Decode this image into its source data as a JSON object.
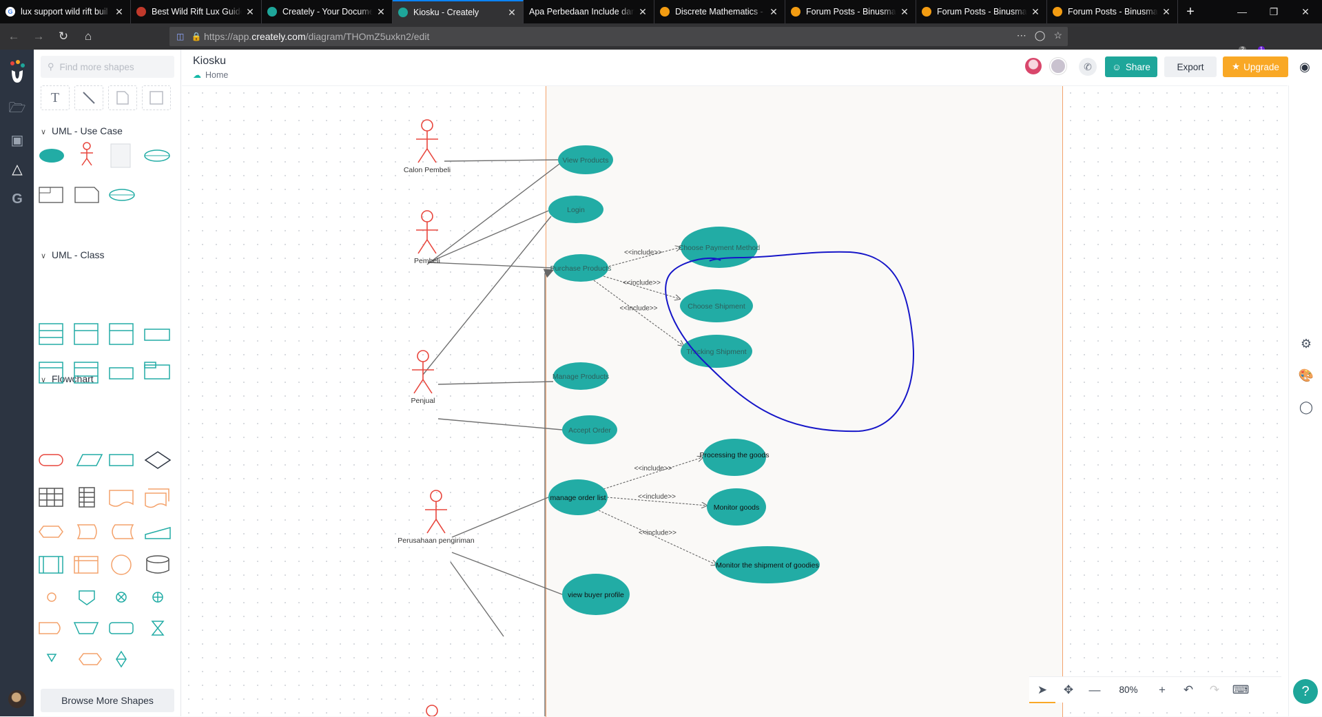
{
  "browser": {
    "tabs": [
      {
        "title": "lux support wild rift buil",
        "favicon": "google",
        "active": false
      },
      {
        "title": "Best Wild Rift Lux Guide",
        "favicon": "wr",
        "active": false
      },
      {
        "title": "Creately - Your Documen",
        "favicon": "creately",
        "active": false
      },
      {
        "title": "Kiosku - Creately",
        "favicon": "creately",
        "active": true
      },
      {
        "title": "Apa Perbedaan Include dan",
        "favicon": "none",
        "active": false
      },
      {
        "title": "Discrete Mathematics - L",
        "favicon": "moodle",
        "active": false
      },
      {
        "title": "Forum Posts - Binusmaya",
        "favicon": "moodle",
        "active": false
      },
      {
        "title": "Forum Posts - Binusmaya",
        "favicon": "moodle",
        "active": false
      },
      {
        "title": "Forum Posts - Binusmaya",
        "favicon": "moodle",
        "active": false
      }
    ],
    "new_tab": "+",
    "url_prefix": "https://app.",
    "url_domain": "creately.com",
    "url_path": "/diagram/THOmZ5uxkn2/edit",
    "badges": {
      "abp": "2",
      "ext": "1"
    }
  },
  "app": {
    "title": "Kiosku",
    "breadcrumb": "Home",
    "search_placeholder": "Find more shapes",
    "buttons": {
      "share": "Share",
      "export": "Export",
      "upgrade": "Upgrade",
      "browse": "Browse More Shapes"
    },
    "sections": [
      "UML - Use Case",
      "UML - Class",
      "Flowchart"
    ],
    "zoom": "80%",
    "accent": "#1ea69a",
    "upgrade_color": "#f9a825"
  },
  "diagram": {
    "actors": [
      {
        "id": "calon",
        "label": "Calon Pembeli"
      },
      {
        "id": "pembeli",
        "label": "Pembeli"
      },
      {
        "id": "penjual",
        "label": "Penjual"
      },
      {
        "id": "perusahaan",
        "label": "Perusahaan pengiriman"
      }
    ],
    "usecases": [
      {
        "id": "view",
        "label": "View Products"
      },
      {
        "id": "login",
        "label": "Login"
      },
      {
        "id": "purchase",
        "label": "Purchase Products"
      },
      {
        "id": "payment",
        "label": "Choose Payment Method"
      },
      {
        "id": "shipment",
        "label": "Choose Shipment"
      },
      {
        "id": "tracking",
        "label": "Tracking Shipment"
      },
      {
        "id": "manage",
        "label": "Manage Products"
      },
      {
        "id": "accept",
        "label": "Accept Order"
      },
      {
        "id": "processing",
        "label": "Processing the goods"
      },
      {
        "id": "orderlist",
        "label": "manage order list"
      },
      {
        "id": "monitor",
        "label": "Monitor goods"
      },
      {
        "id": "monitorship",
        "label": "Monitor the shipment of goodies"
      },
      {
        "id": "buyer",
        "label": "view buyer profile"
      }
    ],
    "include_label": "<<include>>",
    "usecase_color": "#22aca5",
    "actor_color": "#e8453c",
    "annotation_color": "#1616c8"
  }
}
